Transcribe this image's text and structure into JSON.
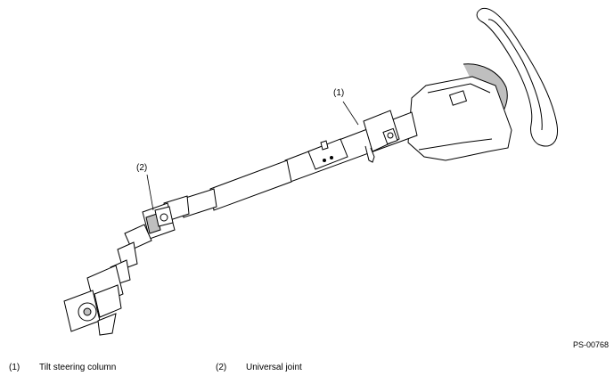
{
  "figure": {
    "callouts": [
      {
        "id": "1",
        "label": "(1)"
      },
      {
        "id": "2",
        "label": "(2)"
      }
    ],
    "figure_code": "PS-00768"
  },
  "legend": {
    "items": [
      {
        "num": "(1)",
        "text": "Tilt steering column"
      },
      {
        "num": "(2)",
        "text": "Universal joint"
      }
    ]
  },
  "colors": {
    "line": "#000000",
    "background": "#ffffff",
    "shade": "#bfbfbf"
  }
}
